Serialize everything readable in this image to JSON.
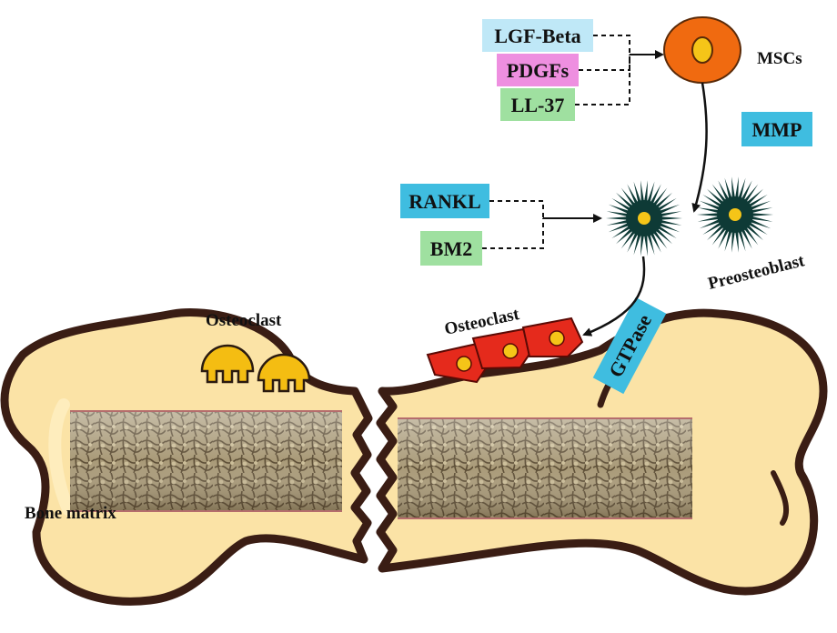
{
  "factors": {
    "lgf_beta": "LGF-Beta",
    "pdgfs": "PDGFs",
    "ll37": "LL-37",
    "mmp": "MMP",
    "rankl": "RANKL",
    "bm2": "BM2",
    "gtpase": "GTPase"
  },
  "cells": {
    "mscs": "MSCs",
    "preosteoblast": "Preosteoblast",
    "osteoclast_left": "Osteoclast",
    "osteoclast_right": "Osteoclast"
  },
  "tissue": {
    "bone_matrix": "Bone matrix"
  },
  "colors": {
    "lgf_box": "#bfe8f7",
    "pdgfs_box": "#ee8fe0",
    "ll37_box": "#9fe0a0",
    "mmp_box": "#3fbde0",
    "rankl_box": "#3fbde0",
    "bm2_box": "#9fe0a0",
    "gtpase_box": "#3fbde0",
    "msc_fill": "#f06a10",
    "nucleus": "#f5c518",
    "preosteoblast": "#0e3a36",
    "osteoclast_red": "#e52a1c",
    "osteoclast_yellow": "#f4bd12",
    "bone_fill": "#fbe3a6",
    "bone_outline": "#3a1d14"
  }
}
